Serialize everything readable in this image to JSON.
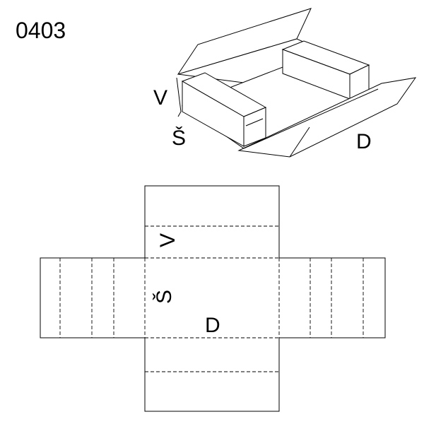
{
  "model_code": "0403",
  "iso_labels": {
    "v": "V",
    "s": "Š",
    "d": "D"
  },
  "net_labels": {
    "v": "V",
    "s": "Š",
    "d": "D"
  },
  "colors": {
    "line": "#000000",
    "background": "#ffffff"
  }
}
